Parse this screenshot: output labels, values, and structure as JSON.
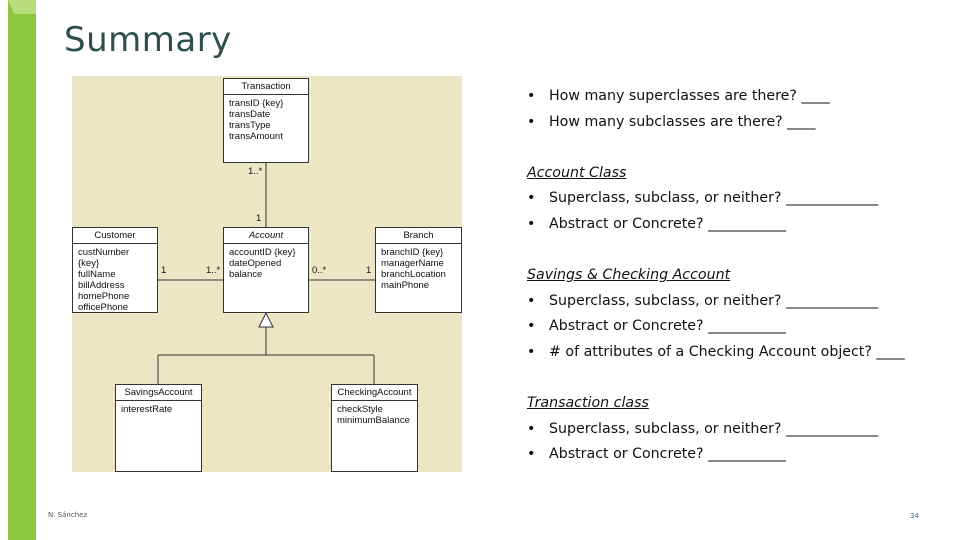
{
  "slide": {
    "title": "Summary",
    "footer_author": "N. Sánchez",
    "page_number": "34",
    "accent_color": "#8dc63f"
  },
  "diagram": {
    "background": "#ede6c4",
    "classes": {
      "transaction": {
        "name": "Transaction",
        "attributes": [
          "transID {key}",
          "transDate",
          "transType",
          "transAmount"
        ]
      },
      "customer": {
        "name": "Customer",
        "attributes": [
          "custNumber {key}",
          "fullName",
          "billAddress",
          "homePhone",
          "officePhone"
        ]
      },
      "account": {
        "name": "Account",
        "attributes": [
          "accountID {key}",
          "dateOpened",
          "balance"
        ]
      },
      "branch": {
        "name": "Branch",
        "attributes": [
          "branchID {key}",
          "managerName",
          "branchLocation",
          "mainPhone"
        ]
      },
      "savings": {
        "name": "SavingsAccount",
        "attributes": [
          "interestRate"
        ]
      },
      "checking": {
        "name": "CheckingAccount",
        "attributes": [
          "checkStyle",
          "minimumBalance"
        ]
      }
    },
    "multiplicities": {
      "transaction_account": "1..*",
      "account_transaction": "1",
      "customer_account": "1",
      "account_customer": "1..*",
      "account_branch": "0..*",
      "branch_account": "1"
    }
  },
  "questions": {
    "bullet": "•",
    "intro": [
      "How many superclasses are there? ____",
      "How many subclasses are there? ____"
    ],
    "sections": [
      {
        "title": "Account Class",
        "items": [
          "Superclass, subclass, or neither? _____________",
          "Abstract or Concrete? ___________"
        ]
      },
      {
        "title": "Savings & Checking Account",
        "items": [
          "Superclass, subclass, or neither? _____________",
          "Abstract or Concrete? ___________",
          "# of attributes of a Checking Account object? ____"
        ]
      },
      {
        "title": "Transaction class",
        "items": [
          "Superclass, subclass, or neither? _____________",
          "Abstract or Concrete? ___________"
        ]
      }
    ]
  }
}
